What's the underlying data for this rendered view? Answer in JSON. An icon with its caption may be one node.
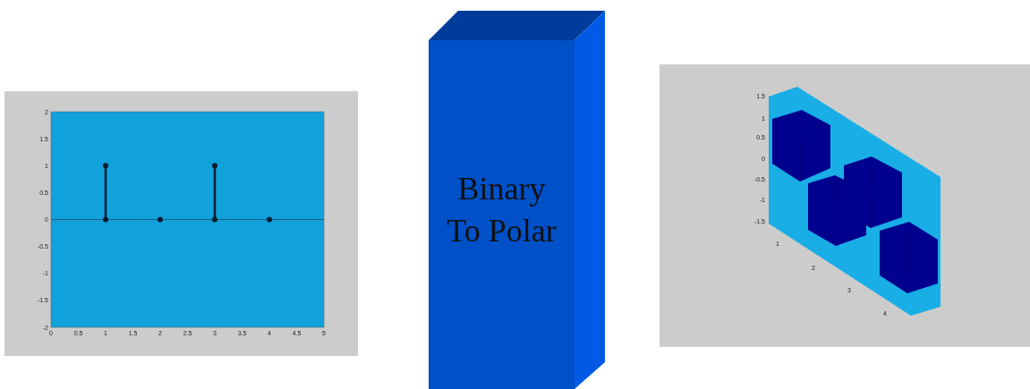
{
  "diagram": {
    "nodes": [
      {
        "text": [],
        "shape": "picture"
      },
      {
        "text": [
          "Binary To Polar"
        ]
      },
      {
        "text": [],
        "shape": "picture"
      }
    ],
    "labels": [
      "1.5",
      "1",
      "0.5",
      "0",
      "-0.5",
      "-1",
      "-1.5",
      "1",
      "2",
      "3",
      "4"
    ],
    "chart_data": {
      "type": "scatter",
      "x": [
        1,
        2,
        3,
        4
      ],
      "values": [
        1,
        0,
        1,
        0
      ],
      "xlim": [
        0,
        5
      ],
      "ylim": [
        -2,
        2
      ],
      "xticks": [
        0,
        0.5,
        1,
        1.5,
        2,
        2.5,
        3,
        3.5,
        4,
        4.5,
        5
      ],
      "yticks": [
        -2,
        -1.5,
        -1,
        -0.5,
        0,
        0.5,
        1,
        1.5,
        2
      ],
      "ref_lines": [
        {
          "axis": "y",
          "value": 0
        }
      ]
    }
  }
}
